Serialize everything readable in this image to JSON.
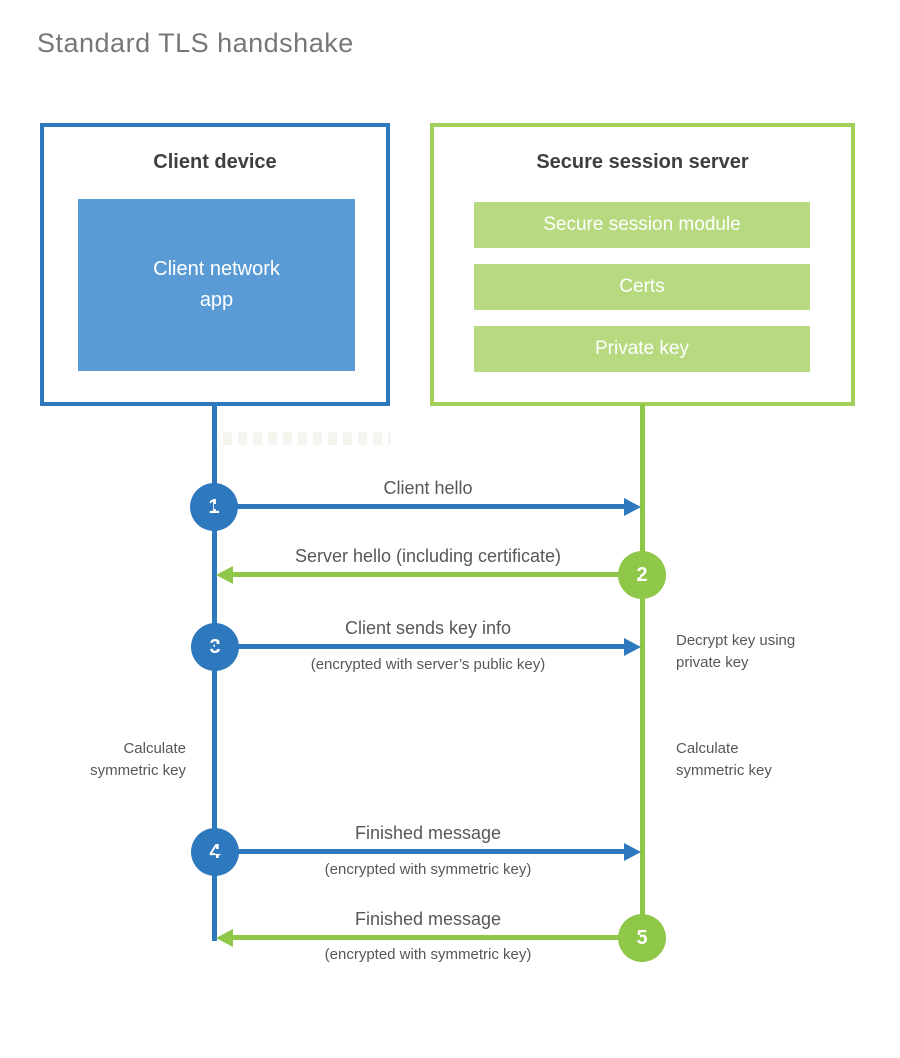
{
  "title": "Standard TLS handshake",
  "colors": {
    "blue": "#2e78bd",
    "blue_fill": "#5b9bd5",
    "green": "#8fc748",
    "green_border": "#a2d05b",
    "green_fill": "#b7da80"
  },
  "client": {
    "title": "Client device",
    "module": "Client network\napp"
  },
  "server": {
    "title": "Secure session server",
    "modules": [
      "Secure session module",
      "Certs",
      "Private key"
    ]
  },
  "steps": [
    {
      "number": "1",
      "label": "Client hello",
      "sublabel": ""
    },
    {
      "number": "2",
      "label": "Server hello (including certificate)",
      "sublabel": ""
    },
    {
      "number": "3",
      "label": "Client sends key info",
      "sublabel": "(encrypted with server’s public key)"
    },
    {
      "number": "4",
      "label": "Finished message",
      "sublabel": "(encrypted with symmetric key)"
    },
    {
      "number": "5",
      "label": "Finished message",
      "sublabel": "(encrypted with symmetric key)"
    }
  ],
  "notes": {
    "decrypt": "Decrypt key using\nprivate key",
    "calc_left": "Calculate\nsymmetric key",
    "calc_right": "Calculate\nsymmetric key"
  }
}
